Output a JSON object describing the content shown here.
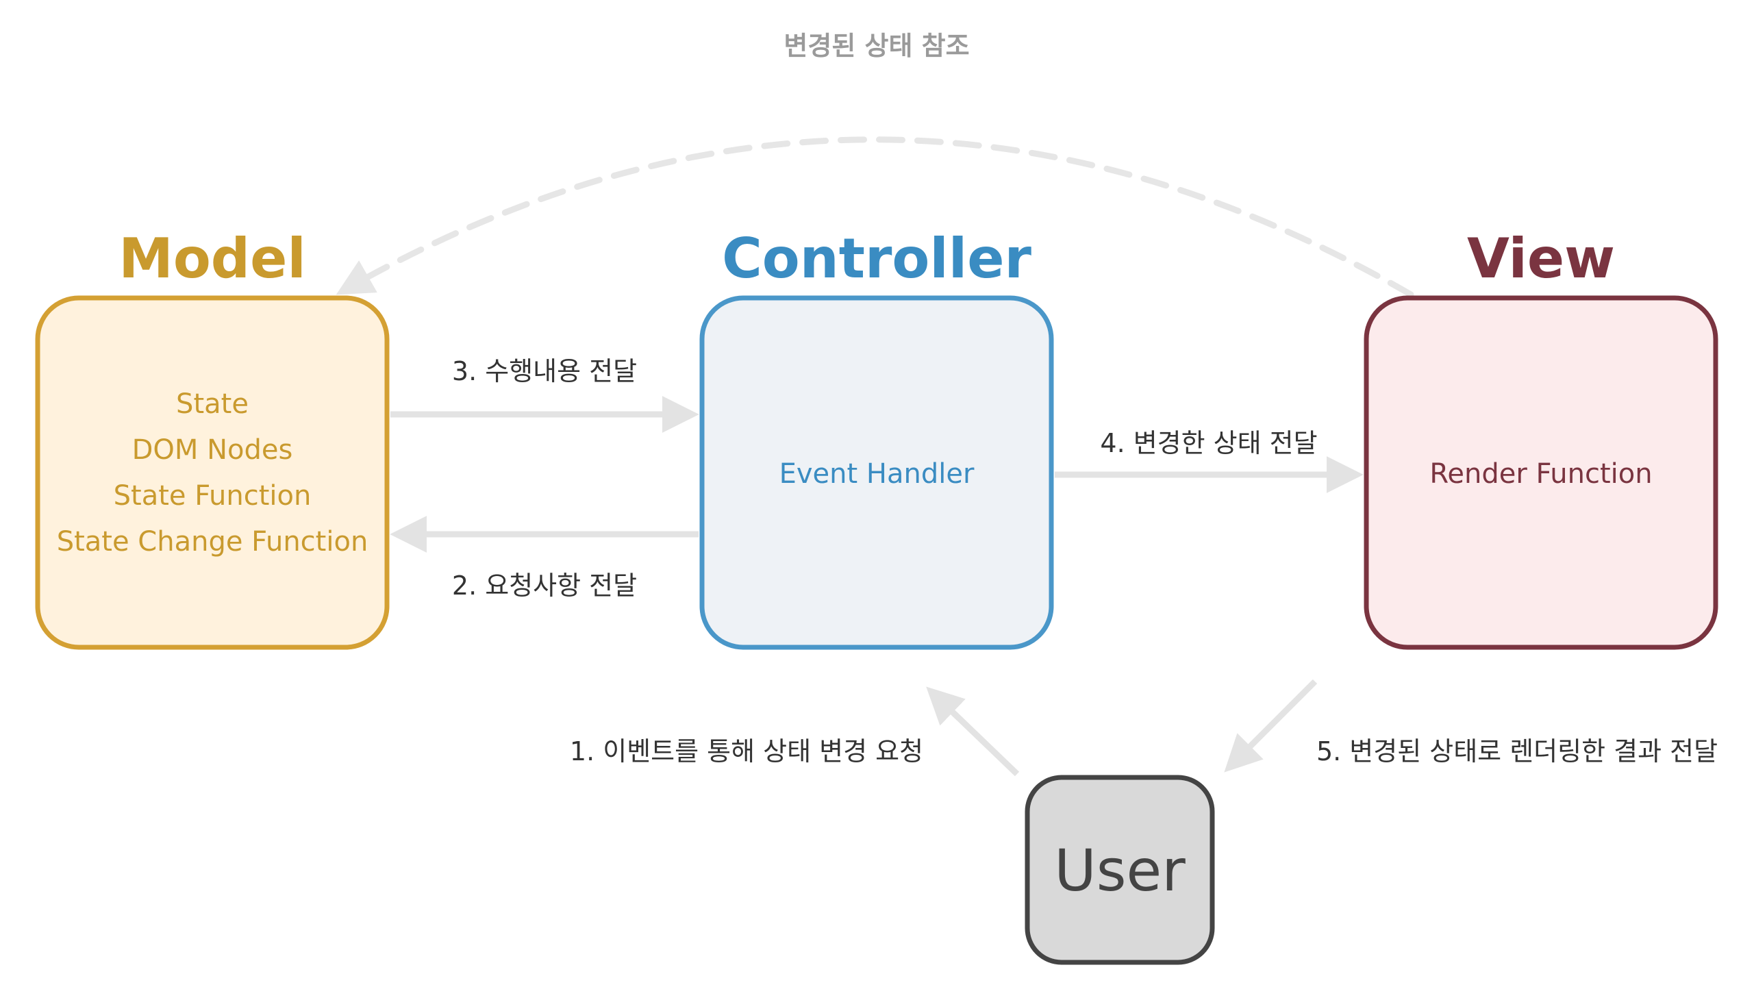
{
  "colors": {
    "model_stroke": "#D4A033",
    "model_fill": "#FFF2DD",
    "model_text": "#C99A2E",
    "controller_stroke": "#4A97C9",
    "controller_fill": "#EEF2F6",
    "controller_text": "#3A8CC2",
    "view_stroke": "#7A3440",
    "view_fill": "#FCEBEC",
    "view_text": "#7A3440",
    "user_stroke": "#444444",
    "user_fill": "#D9D9D9",
    "arrow": "#E3E3E3",
    "dashed_arrow": "#E6E6E6",
    "label": "#333333",
    "top_label": "#9A9A9A"
  },
  "top_label": "변경된 상태 참조",
  "model": {
    "title": "Model",
    "items": [
      "State",
      "DOM Nodes",
      "State Function",
      "State Change Function"
    ]
  },
  "controller": {
    "title": "Controller",
    "items": [
      "Event Handler"
    ]
  },
  "view": {
    "title": "View",
    "items": [
      "Render Function"
    ]
  },
  "user": {
    "label": "User"
  },
  "arrows": {
    "step1": "1. 이벤트를 통해 상태 변경 요청",
    "step2": "2. 요청사항 전달",
    "step3": "3. 수행내용 전달",
    "step4": "4. 변경한 상태 전달",
    "step5": "5. 변경된 상태로 렌더링한 결과 전달"
  }
}
